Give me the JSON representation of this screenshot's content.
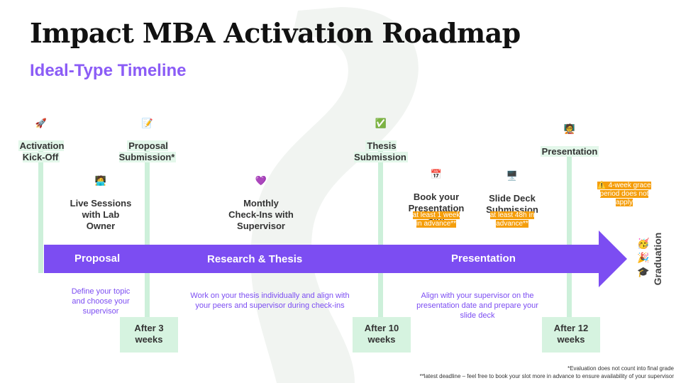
{
  "title": "Impact MBA Activation Roadmap",
  "subtitle": "Ideal-Type Timeline",
  "milestones": [
    {
      "icon": "🚀",
      "label": "Activation\nKick-Off"
    },
    {
      "icon": "📝",
      "label": "Proposal\nSubmission*"
    },
    {
      "icon": "✅",
      "label": "Thesis\nSubmission"
    },
    {
      "icon": "🧑‍🏫",
      "label": "Presentation"
    }
  ],
  "activities": [
    {
      "icon": "🧑‍💻",
      "label": "Live Sessions\nwith Lab\nOwner"
    },
    {
      "icon": "💜",
      "label": "Monthly\nCheck-Ins with\nSupervisor"
    },
    {
      "icon": "📅",
      "label": "Book your\nPresentation\nSlot",
      "note": "at least 1 week\nin advance**"
    },
    {
      "icon": "🖥️",
      "label": "Slide Deck\nSubmission",
      "note": "at least 48h in\nadvance**"
    }
  ],
  "grace_note": "⚠️ 4-week grace\nperiod does not\napply",
  "phases": [
    {
      "name": "Proposal",
      "description": "Define your topic\nand choose your\nsupervisor"
    },
    {
      "name": "Research & Thesis",
      "description": "Work on your thesis individually and align with\nyour peers and supervisor during check-ins"
    },
    {
      "name": "Presentation",
      "description": "Align with your supervisor on the\npresentation date and prepare your\nslide deck"
    }
  ],
  "durations": [
    "After 3\nweeks",
    "After 10\nweeks",
    "After 12\nweeks"
  ],
  "graduation": {
    "label": "Graduation",
    "icons": [
      "🥳",
      "🎉",
      "🎓"
    ]
  },
  "footnotes": [
    "*Evaluation does not count into final grade",
    "**latest deadline – feel free to book your slot more in advance to ensure availability of your supervisor"
  ],
  "colors": {
    "accent": "#7c4df2",
    "milestone": "#cdf0da",
    "note": "#f59e0b"
  }
}
